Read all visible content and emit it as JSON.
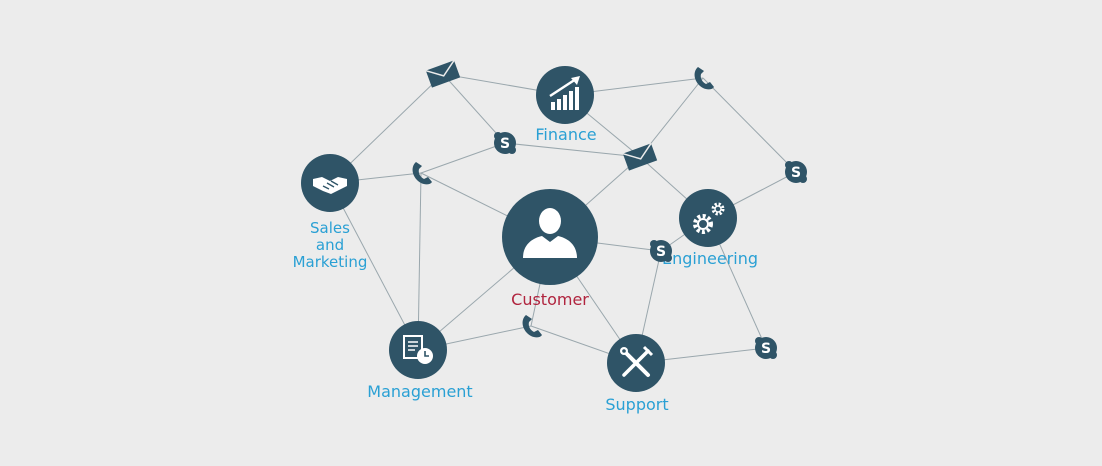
{
  "diagram": {
    "center": {
      "id": "customer",
      "label": "Customer",
      "icon": "person-icon"
    },
    "departments": [
      {
        "id": "finance",
        "label": "Finance",
        "icon": "growth-chart-icon"
      },
      {
        "id": "sales",
        "label_lines": [
          "Sales",
          "and",
          "Marketing"
        ],
        "icon": "handshake-icon"
      },
      {
        "id": "engineering",
        "label": "Engineering",
        "icon": "gears-icon"
      },
      {
        "id": "management",
        "label": "Management",
        "icon": "document-clock-icon"
      },
      {
        "id": "support",
        "label": "Support",
        "icon": "wrench-screwdriver-icon"
      }
    ],
    "channel_icons": [
      "email-icon",
      "phone-icon",
      "skype-icon"
    ]
  },
  "colors": {
    "background": "#ececec",
    "node_fill": "#2f5467",
    "department_label": "#2aa0d4",
    "center_label": "#b0243e",
    "edge": "#9aa7ad"
  }
}
